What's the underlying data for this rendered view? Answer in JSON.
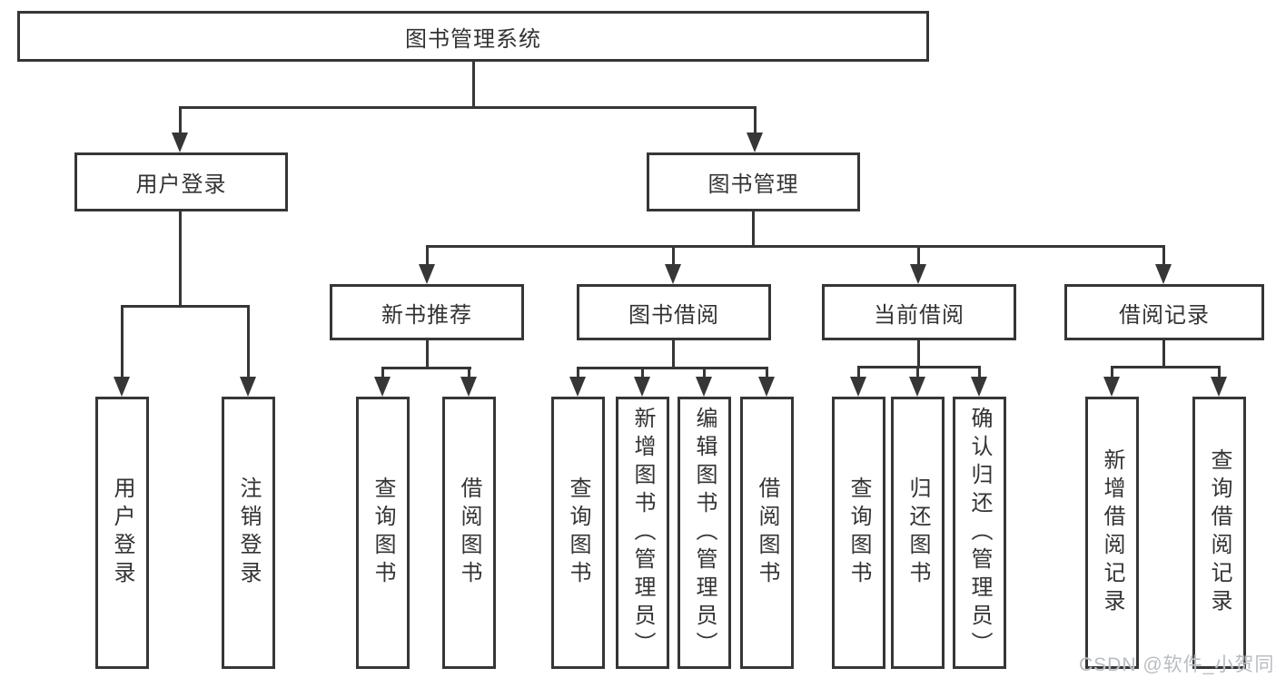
{
  "diagram": {
    "root_label": "图书管理系统",
    "user_branch": {
      "label": "用户登录",
      "children": [
        "用户登录",
        "注销登录"
      ]
    },
    "book_branch": {
      "label": "图书管理",
      "groups": [
        {
          "label": "新书推荐",
          "children": [
            "查询图书",
            "借阅图书"
          ]
        },
        {
          "label": "图书借阅",
          "children": [
            "查询图书",
            "新增图书（管理员）",
            "编辑图书（管理员）",
            "借阅图书"
          ]
        },
        {
          "label": "当前借阅",
          "children": [
            "查询图书",
            "归还图书",
            "确认归还（管理员）"
          ]
        },
        {
          "label": "借阅记录",
          "children": [
            "新增借阅记录",
            "查询借阅记录"
          ]
        }
      ]
    },
    "watermark": "CSDN @软件_小贺同学",
    "colors": {
      "line": "#363636",
      "text": "#333333",
      "watermark": "#b9bdc2",
      "background": "#ffffff"
    }
  }
}
